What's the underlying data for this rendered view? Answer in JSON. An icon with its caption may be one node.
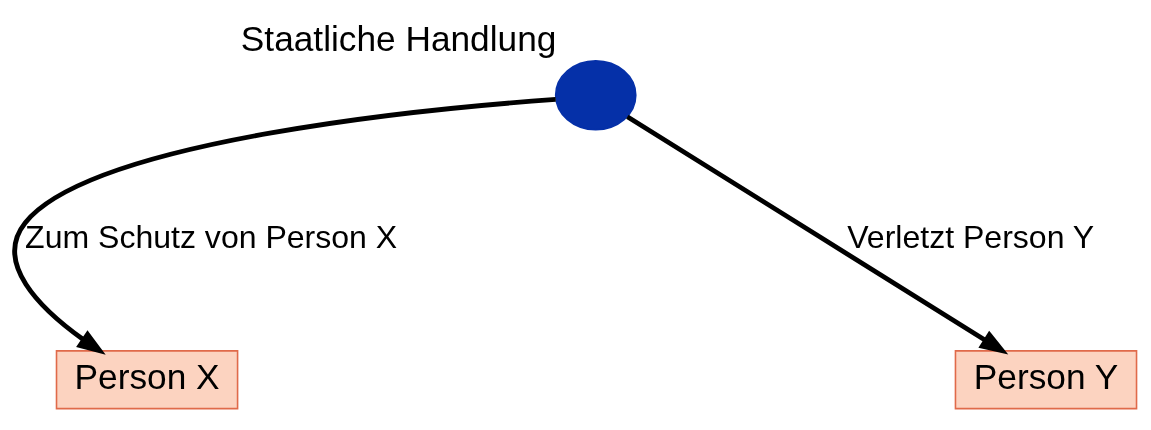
{
  "diagram": {
    "nodes": [
      {
        "text": [],
        "shape": "circle",
        "beside": [
          "Staatliche Handlung"
        ]
      },
      {
        "text": [
          "Person X"
        ]
      },
      {
        "text": [
          "Person Y"
        ]
      }
    ],
    "edges": [
      {
        "from": 0,
        "to": 1,
        "arrow": "to",
        "label": "Zum Schutz von Person X"
      },
      {
        "from": 0,
        "to": 2,
        "arrow": "to",
        "label": "Verletzt Person Y"
      }
    ]
  }
}
